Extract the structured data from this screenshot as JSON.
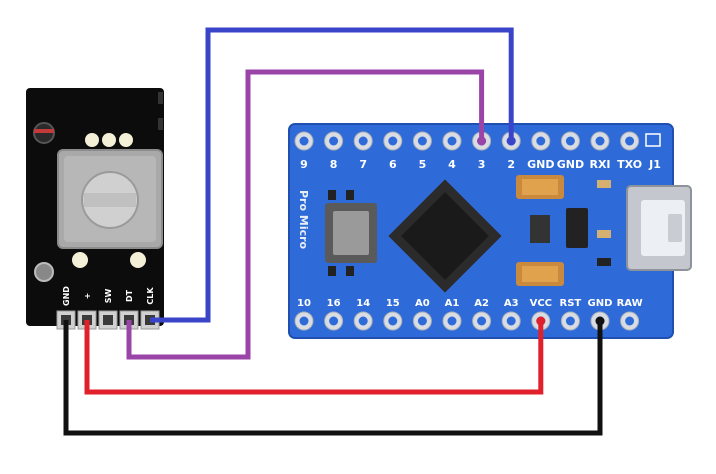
{
  "encoder": {
    "pins": [
      "GND",
      "+",
      "SW",
      "DT",
      "CLK"
    ]
  },
  "board": {
    "name": "Pro Micro",
    "top_pins": [
      "9",
      "8",
      "7",
      "6",
      "5",
      "4",
      "3",
      "2",
      "GND",
      "GND",
      "RXI",
      "TXO"
    ],
    "jumper_label": "J1",
    "bottom_pins": [
      "10",
      "16",
      "14",
      "15",
      "A0",
      "A1",
      "A2",
      "A3",
      "VCC",
      "RST",
      "GND",
      "RAW"
    ]
  },
  "wires": [
    {
      "from": "CLK",
      "to": "2",
      "color": "#3a44c8"
    },
    {
      "from": "DT",
      "to": "3",
      "color": "#9a44a8"
    },
    {
      "from": "+",
      "to": "VCC",
      "color": "#e0202a"
    },
    {
      "from": "GND",
      "to": "GND",
      "color": "#111111"
    }
  ],
  "colors": {
    "board": "#2f6bd8",
    "encoder_pcb": "#0c0c0c",
    "pin_ring": "#d9dde3"
  }
}
